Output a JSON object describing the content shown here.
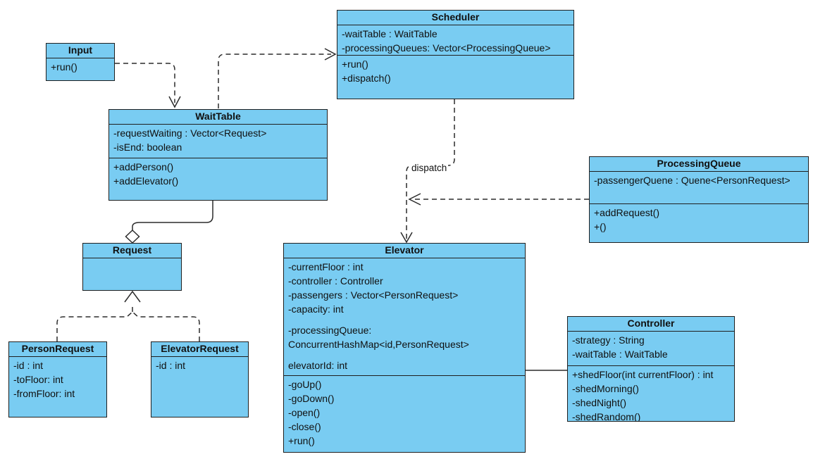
{
  "classes": {
    "input": {
      "name": "Input",
      "attributes": [],
      "methods": [
        "+run()"
      ]
    },
    "scheduler": {
      "name": "Scheduler",
      "attributes": [
        "-waitTable : WaitTable",
        "-processingQueues: Vector<ProcessingQueue>"
      ],
      "methods": [
        "+run()",
        "+dispatch()"
      ]
    },
    "waittable": {
      "name": "WaitTable",
      "attributes": [
        "-requestWaiting : Vector<Request>",
        "-isEnd: boolean"
      ],
      "methods": [
        "+addPerson()",
        "+addElevator()"
      ]
    },
    "processingqueue": {
      "name": "ProcessingQueue",
      "attributes": [
        "-passengerQuene : Quene<PersonRequest>"
      ],
      "methods": [
        "+addRequest()",
        "+()"
      ]
    },
    "request": {
      "name": "Request",
      "attributes": [],
      "methods": []
    },
    "elevator": {
      "name": "Elevator",
      "attributes": [
        "-currentFloor : int",
        "-controller : Controller",
        "-passengers : Vector<PersonRequest>",
        "-capacity: int",
        "",
        "-processingQueue:",
        "ConcurrentHashMap<id,PersonRequest>",
        "",
        "elevatorId: int"
      ],
      "methods": [
        "-goUp()",
        "-goDown()",
        "-open()",
        "-close()",
        "+run()"
      ]
    },
    "controller": {
      "name": "Controller",
      "attributes": [
        "-strategy : String",
        "-waitTable : WaitTable"
      ],
      "methods": [
        "+shedFloor(int currentFloor) : int",
        "-shedMorning()",
        "-shedNight()",
        "-shedRandom()"
      ]
    },
    "personrequest": {
      "name": "PersonRequest",
      "attributes": [
        "-id : int",
        "-toFloor: int",
        "-fromFloor: int"
      ],
      "methods": []
    },
    "elevatorrequest": {
      "name": "ElevatorRequest",
      "attributes": [
        "-id : int"
      ],
      "methods": []
    }
  },
  "edges": {
    "dispatch_label": "dispatch"
  },
  "colors": {
    "class_fill": "#79CCF2",
    "class_border": "#1f1f1f",
    "connector": "#2b2b2b",
    "diamond_fill": "#ffffff",
    "background": "#ffffff"
  }
}
